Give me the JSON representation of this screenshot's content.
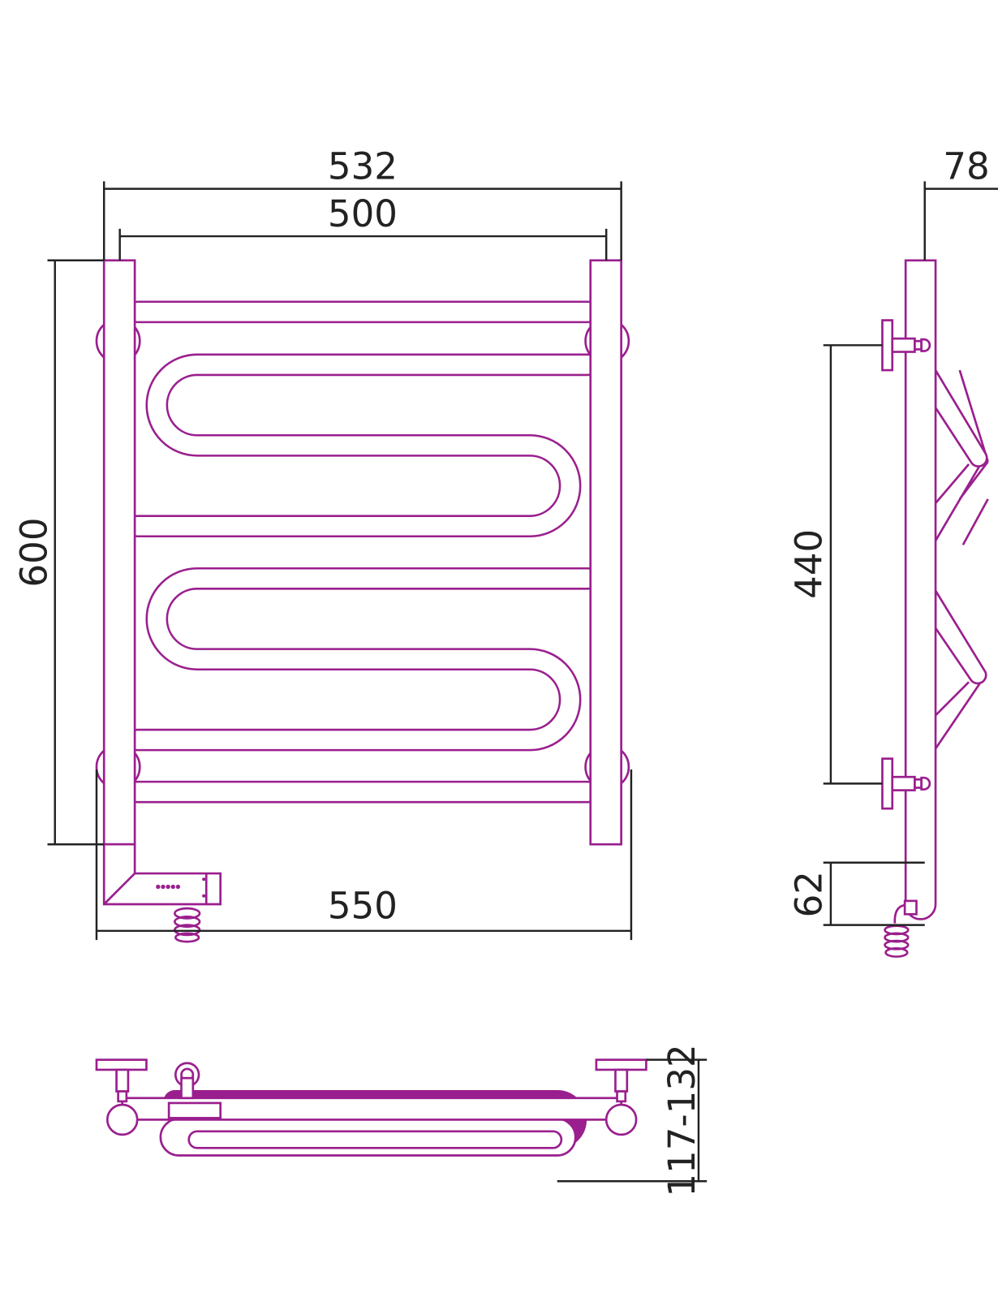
{
  "dimensions": {
    "overall_width": "532",
    "axis_width": "500",
    "height": "600",
    "total_width_with_element": "550",
    "depth": "78",
    "mount_spacing": "440",
    "element_offset": "62",
    "wall_distance": "117-132"
  },
  "colors": {
    "drawing": "#9a1f8e",
    "dimension_lines": "#222222"
  }
}
